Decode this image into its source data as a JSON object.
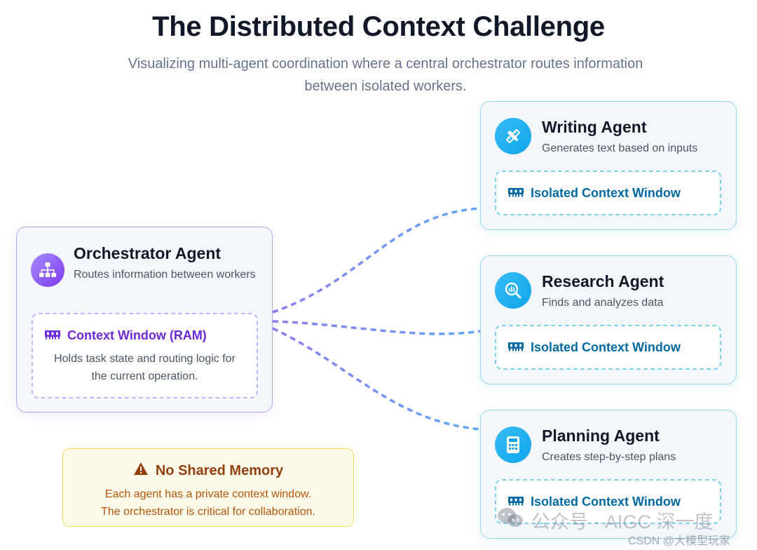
{
  "header": {
    "title": "The Distributed Context Challenge",
    "subtitle": "Visualizing multi-agent coordination where a central orchestrator routes information between isolated workers."
  },
  "orchestrator": {
    "icon": "sitemap-icon",
    "name": "Orchestrator Agent",
    "description": "Routes information between workers",
    "context": {
      "icon": "memory-chip-icon",
      "label": "Context Window (RAM)",
      "text": "Holds task state and routing logic for the current operation."
    }
  },
  "workers": [
    {
      "icon": "pen-ruler-icon",
      "name": "Writing Agent",
      "description": "Generates text based on inputs",
      "context_label": "Isolated Context Window"
    },
    {
      "icon": "magnifier-chart-icon",
      "name": "Research Agent",
      "description": "Finds and analyzes data",
      "context_label": "Isolated Context Window"
    },
    {
      "icon": "calculator-icon",
      "name": "Planning Agent",
      "description": "Creates step-by-step plans",
      "context_label": "Isolated Context Window"
    }
  ],
  "warning": {
    "icon": "warning-triangle-icon",
    "title": "No Shared Memory",
    "line1": "Each agent has a private context window.",
    "line2": "The orchestrator is critical for collaboration."
  },
  "watermark": {
    "text": "公众号 · AIGC 深一度",
    "credit": "CSDN @大模型玩家"
  },
  "colors": {
    "orchestrator_accent": "#7c3aed",
    "worker_accent": "#0ea5e9",
    "connector_purple": "#8b7cf0",
    "connector_blue": "#60a5fa",
    "warning_accent": "#b45309"
  }
}
